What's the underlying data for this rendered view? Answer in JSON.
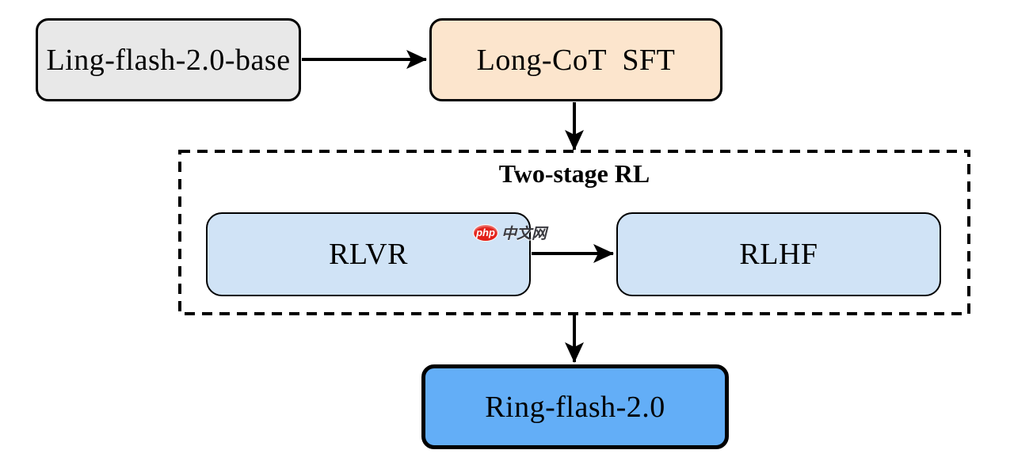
{
  "diagram": {
    "arrow_color": "#000000",
    "nodes": {
      "base": {
        "label": "Ling-flash-2.0-base",
        "fill": "#e8e8e8"
      },
      "sft": {
        "label": "Long-CoT  SFT",
        "fill": "#fce5cd"
      },
      "rlvr": {
        "label": "RLVR",
        "fill": "#d0e3f6"
      },
      "rlhf": {
        "label": "RLHF",
        "fill": "#d0e3f6"
      },
      "ring": {
        "label": "Ring-flash-2.0",
        "fill": "#63aef7"
      }
    },
    "container": {
      "title": "Two-stage RL",
      "border_color": "#000000"
    },
    "watermark": {
      "logo": "php",
      "text": "中文网",
      "logo_color": "#e32119"
    }
  }
}
